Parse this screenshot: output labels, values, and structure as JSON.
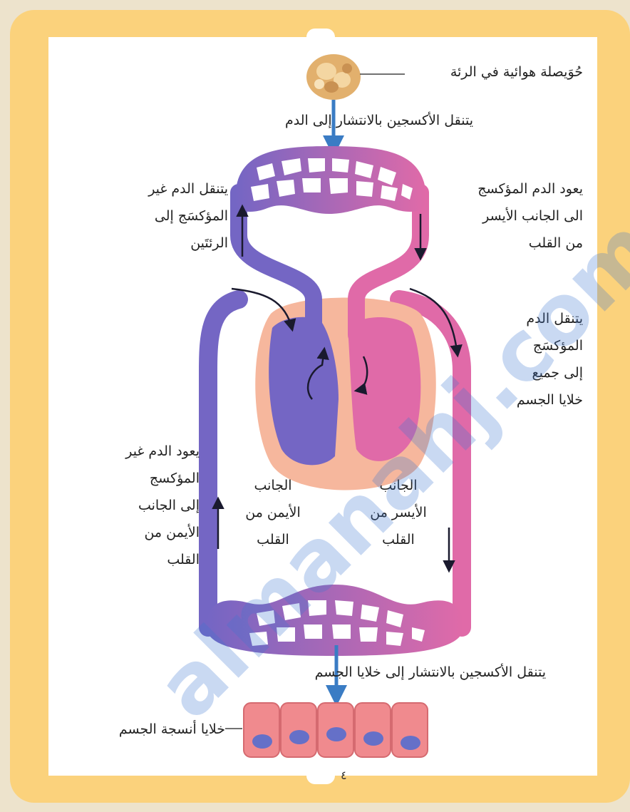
{
  "labels": {
    "alveolus": "حُوَيصلة هوائية في الرئة",
    "o2_diffuse_blood": "يتنقل الأكسجين بالانتشار إلى الدم",
    "deoxy_to_lungs": "يتنقل الدم غير\nالمؤكسَج إلى\nالرئتَين",
    "oxy_returns_left": "يعود الدم المؤكسج\nالى الجانب الأيسر\nمن القلب",
    "oxy_to_body": "يتنقل الدم\nالمؤكسَج\nإلى جميع\nخلايا الجسم",
    "deoxy_returns_right": "يعود الدم غير\nالمؤكسج\nإلى الجانب\nالأيمن من\nالقلب",
    "right_side_heart": "الجانب\nالأيمن من\nالقلب",
    "left_side_heart": "الجانب\nالأيسر من\nالقلب",
    "o2_diffuse_cells": "يتنقل الأكسجين بالانتشار  إلى خلايا الجسم",
    "body_tissue_cells": "خلايا أنسجة الجسم"
  },
  "page_mark": "٤",
  "watermark": "almanahj.com/om",
  "colors": {
    "frame": "#fbd27c",
    "deoxygenated": "#7466c4",
    "oxygenated": "#e06aa8",
    "heart_tissue": "#f6b79d",
    "arrow_blue": "#3a7cc4",
    "cell": "#f08a8e",
    "nucleus": "#6570c8"
  }
}
